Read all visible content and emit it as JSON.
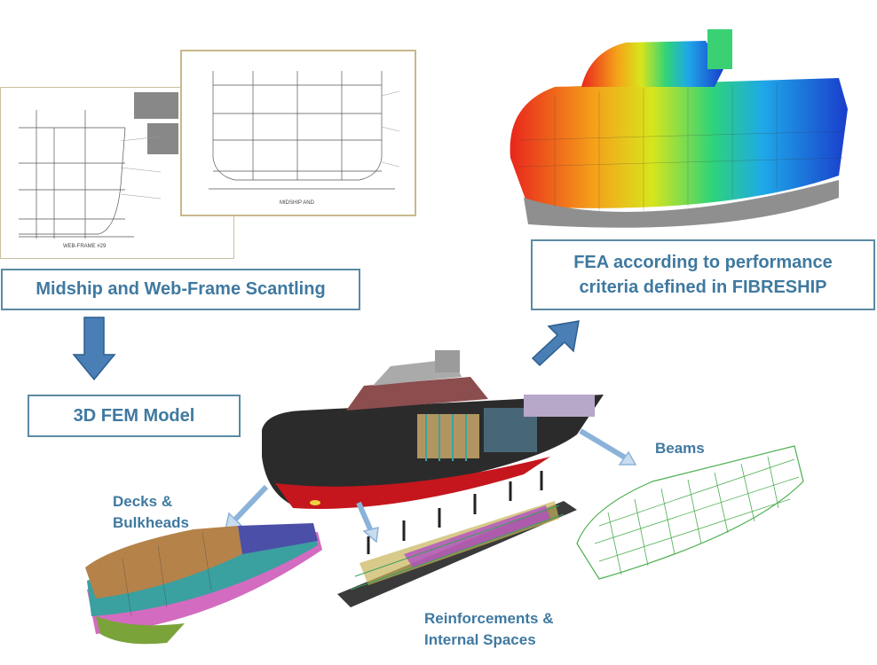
{
  "boxes": {
    "midship": "Midship and Web-Frame Scantling",
    "fem": "3D FEM Model",
    "fea_line1": "FEA according to performance",
    "fea_line2": "criteria defined in FIBRESHIP"
  },
  "labels": {
    "decks_line1": "Decks &",
    "decks_line2": "Bulkheads",
    "reinf_line1": "Reinforcements &",
    "reinf_line2": "Internal Spaces",
    "beams": "Beams"
  },
  "drawings": {
    "web_frame_caption": "WEB-FRAME #29",
    "midship_caption": "MIDSHIP AND"
  },
  "colors": {
    "box_border": "#5a8aa3",
    "text": "#3f79a0",
    "arrow_fill": "#4a7fb5",
    "arrow_light": "#c9dcef"
  }
}
